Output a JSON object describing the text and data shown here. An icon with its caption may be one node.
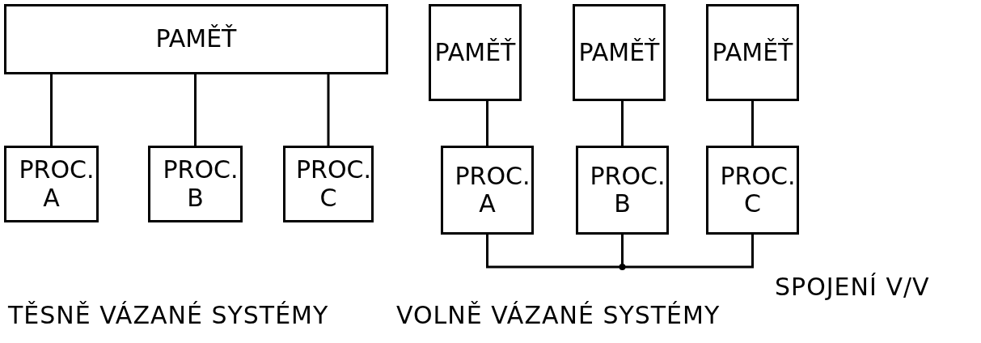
{
  "diagram": {
    "nodes": [
      {
        "text": [
          "PAMĚŤ"
        ]
      },
      {
        "text": [
          "PROC. A"
        ]
      },
      {
        "text": [
          "PROC. B"
        ]
      },
      {
        "text": [
          "PROC. C"
        ]
      },
      {
        "text": [
          "PAMĚŤ"
        ]
      },
      {
        "text": [
          "PAMĚŤ"
        ]
      },
      {
        "text": [
          "PAMĚŤ"
        ]
      },
      {
        "text": [
          "PROC. A"
        ]
      },
      {
        "text": [
          "PROC. B"
        ]
      },
      {
        "text": [
          "PROC. C"
        ]
      }
    ],
    "edges": [
      {
        "from": 0,
        "to": 1,
        "arrow": "none"
      },
      {
        "from": 0,
        "to": 2,
        "arrow": "none"
      },
      {
        "from": 0,
        "to": 3,
        "arrow": "none"
      },
      {
        "from": 4,
        "to": 7,
        "arrow": "none"
      },
      {
        "from": 5,
        "to": 8,
        "arrow": "none"
      },
      {
        "from": 6,
        "to": 9,
        "arrow": "none"
      },
      {
        "from": 7,
        "to": 8,
        "arrow": "none"
      },
      {
        "from": 8,
        "to": 9,
        "arrow": "none"
      }
    ],
    "labels": [
      "SPOJENÍ V/V",
      "TĚSNĚ VÁZANÉ SYSTÉMY",
      "VOLNĚ VÁZANÉ SYSTÉMY"
    ]
  }
}
